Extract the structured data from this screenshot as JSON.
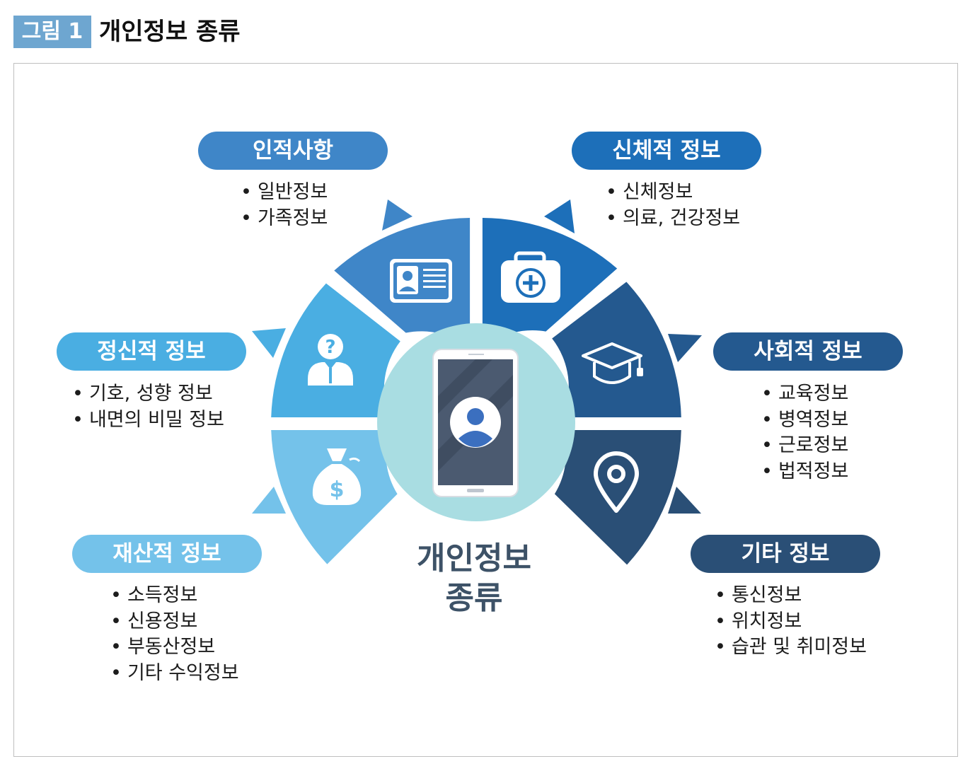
{
  "figure": {
    "tag": "그림 1",
    "title": "개인정보 종류"
  },
  "center": {
    "line1": "개인정보",
    "line2": "종류"
  },
  "categories": [
    {
      "title": "인적사항",
      "color": "#3f86c8",
      "items": [
        "일반정보",
        "가족정보"
      ]
    },
    {
      "title": "신체적 정보",
      "color": "#1d6fb9",
      "items": [
        "신체정보",
        "의료, 건강정보"
      ]
    },
    {
      "title": "정신적 정보",
      "color": "#4aaee2",
      "items": [
        "기호, 성향 정보",
        "내면의 비밀 정보"
      ]
    },
    {
      "title": "사회적 정보",
      "color": "#24598f",
      "items": [
        "교육정보",
        "병역정보",
        "근로정보",
        "법적정보"
      ]
    },
    {
      "title": "재산적 정보",
      "color": "#74c2ea",
      "items": [
        "소득정보",
        "신용정보",
        "부동산정보",
        "기타 수익정보"
      ]
    },
    {
      "title": "기타 정보",
      "color": "#2a4f76",
      "items": [
        "통신정보",
        "위치정보",
        "습관 및 취미정보"
      ]
    }
  ],
  "icons": [
    "id-card-icon",
    "medical-kit-icon",
    "question-person-icon",
    "graduation-cap-icon",
    "money-bag-icon",
    "location-pin-icon",
    "smartphone-user-icon"
  ],
  "colors": {
    "center_circle": "#a9dde2",
    "phone_screen": "#4b5a70",
    "tag_background": "#6ea6d0"
  }
}
